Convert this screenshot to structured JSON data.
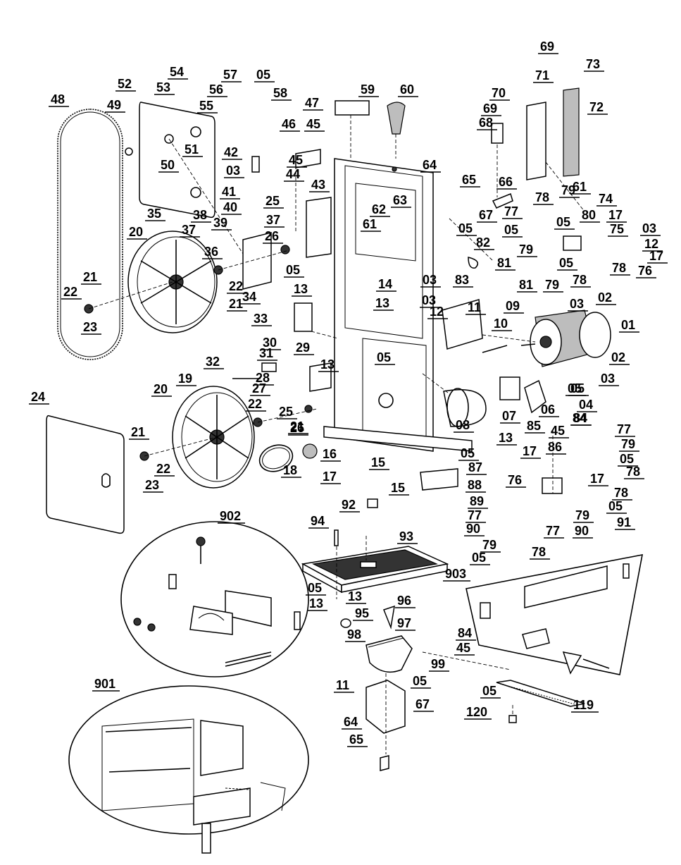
{
  "callouts": {
    "c01": "01",
    "c02a": "02",
    "c02b": "02",
    "c03a": "03",
    "c03b": "03",
    "c03c": "03",
    "c03d": "03",
    "c03e": "03",
    "c03f": "03",
    "c03g": "03",
    "c04": "04",
    "c05a": "05",
    "c05b": "05",
    "c05c": "05",
    "c05d": "05",
    "c05e": "05",
    "c05f": "05",
    "c05g": "05",
    "c05h": "05",
    "c05i": "05",
    "c05j": "05",
    "c05k": "05",
    "c05l": "05",
    "c05m": "05",
    "c05n": "05",
    "c05o": "05",
    "c05p": "05",
    "c06": "06",
    "c07": "07",
    "c08": "08",
    "c09": "09",
    "c10": "10",
    "c11a": "11",
    "c11b": "11",
    "c12a": "12",
    "c12b": "12",
    "c13a": "13",
    "c13b": "13",
    "c13c": "13",
    "c13d": "13",
    "c13e": "13",
    "c13f": "13",
    "c14": "14",
    "c15a": "15",
    "c15b": "15",
    "c16": "16",
    "c17a": "17",
    "c17b": "17",
    "c17c": "17",
    "c17d": "17",
    "c17e": "17",
    "c18": "18",
    "c19": "19",
    "c20a": "20",
    "c20b": "20",
    "c21a": "21",
    "c21b": "21",
    "c21c": "21",
    "c21d": "21",
    "c22a": "22",
    "c22b": "22",
    "c22c": "22",
    "c22d": "22",
    "c23a": "23",
    "c23b": "23",
    "c24": "24",
    "c25a": "25",
    "c25b": "25",
    "c26a": "26",
    "c26b": "26",
    "c27": "27",
    "c28": "28",
    "c29": "29",
    "c30": "30",
    "c31": "31",
    "c32": "32",
    "c33": "33",
    "c34": "34",
    "c35": "35",
    "c36": "36",
    "c37a": "37",
    "c37b": "37",
    "c38": "38",
    "c39": "39",
    "c40": "40",
    "c41": "41",
    "c42": "42",
    "c43": "43",
    "c44": "44",
    "c45a": "45",
    "c45b": "45",
    "c45c": "45",
    "c45d": "45",
    "c46": "46",
    "c47": "47",
    "c48": "48",
    "c49": "49",
    "c50": "50",
    "c51": "51",
    "c52": "52",
    "c53": "53",
    "c54": "54",
    "c55": "55",
    "c56": "56",
    "c57": "57",
    "c58": "58",
    "c59": "59",
    "c60": "60",
    "c61a": "61",
    "c61b": "61",
    "c62": "62",
    "c63": "63",
    "c64a": "64",
    "c64b": "64",
    "c65a": "65",
    "c65b": "65",
    "c66": "66",
    "c67a": "67",
    "c67b": "67",
    "c68": "68",
    "c69a": "69",
    "c69b": "69",
    "c70": "70",
    "c71": "71",
    "c72": "72",
    "c73": "73",
    "c74": "74",
    "c75": "75",
    "c76a": "76",
    "c76b": "76",
    "c77a": "77",
    "c77b": "77",
    "c77c": "77",
    "c77d": "77",
    "c78a": "78",
    "c78b": "78",
    "c78c": "78",
    "c78d": "78",
    "c78e": "78",
    "c78f": "78",
    "c79a": "79",
    "c79b": "79",
    "c79c": "79",
    "c79d": "79",
    "c79e": "79",
    "c79f": "79",
    "c80": "80",
    "c81a": "81",
    "c81b": "81",
    "c82": "82",
    "c83": "83",
    "c84a": "84",
    "c84b": "84",
    "c84c": "84",
    "c85": "85",
    "c86": "86",
    "c87": "87",
    "c88": "88",
    "c89": "89",
    "c90a": "90",
    "c90b": "90",
    "c91": "91",
    "c92": "92",
    "c93": "93",
    "c94": "94",
    "c95": "95",
    "c96": "96",
    "c97": "97",
    "c98": "98",
    "c99": "99",
    "c119": "119",
    "c120": "120",
    "c901": "901",
    "c902": "902",
    "c903": "903"
  },
  "colors": {
    "ink": "#000000",
    "background": "#ffffff",
    "shade": "#bdbdbd"
  }
}
